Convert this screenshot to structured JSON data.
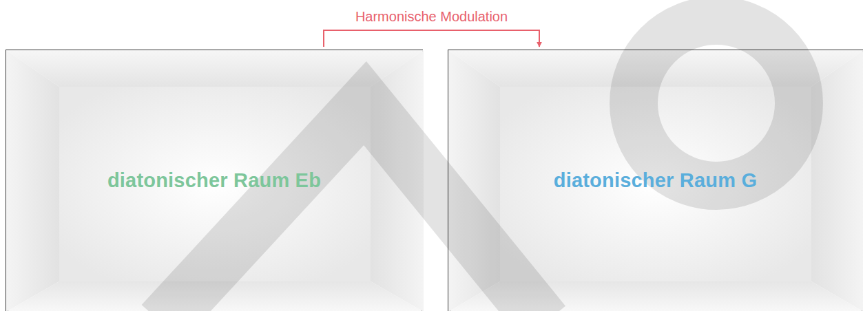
{
  "diagram": {
    "nodes": [
      {
        "text": [
          "diatonischer Raum Eb"
        ]
      },
      {
        "text": [
          "diatonischer Raum G"
        ]
      }
    ],
    "edges": [
      {
        "from": 0,
        "to": 1,
        "arrow": "to",
        "label": "Harmonische Modulation"
      }
    ]
  }
}
